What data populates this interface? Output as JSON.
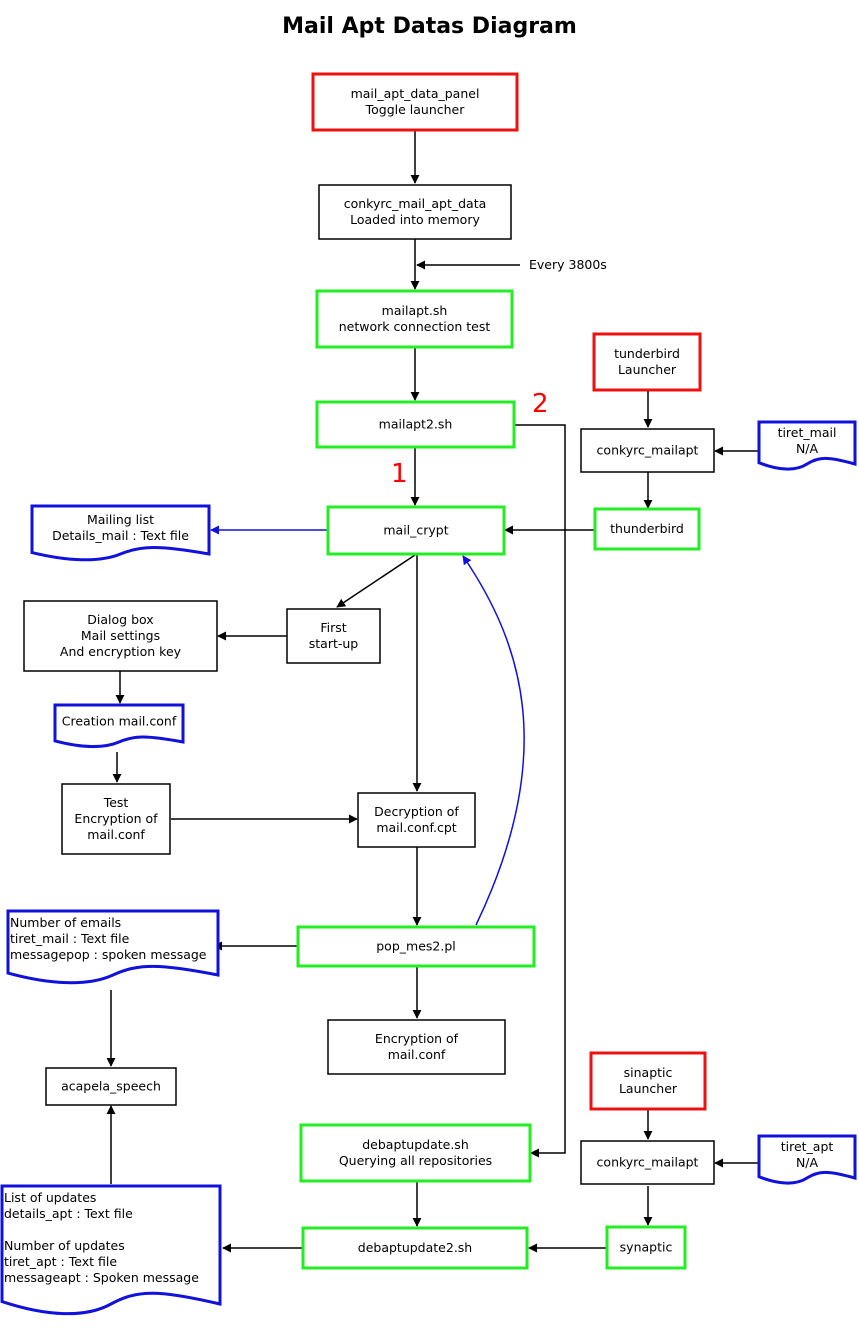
{
  "title": "Mail Apt Datas Diagram",
  "colors": {
    "red": "#ee1111",
    "green": "#22ee22",
    "blue": "#1111dd",
    "black": "#000000",
    "marker": "#ff0000"
  },
  "nodes": {
    "panel": [
      "mail_apt_data_panel",
      "Toggle launcher"
    ],
    "conkyrc_data": [
      "conkyrc_mail_apt_data",
      "Loaded into memory"
    ],
    "mailapt": [
      "mailapt.sh",
      "network connection test"
    ],
    "mailapt2": [
      "mailapt2.sh"
    ],
    "mail_crypt": [
      "mail_crypt"
    ],
    "mailing_list": [
      "Mailing list",
      "Details_mail : Text file"
    ],
    "first_startup": [
      "First",
      "start-up"
    ],
    "dialog": [
      "Dialog box",
      "Mail settings",
      "And encryption key"
    ],
    "creation": [
      "Creation mail.conf"
    ],
    "test_enc": [
      "Test",
      "Encryption of",
      "mail.conf"
    ],
    "decryption": [
      "Decryption of",
      "mail.conf.cpt"
    ],
    "pop": [
      "pop_mes2.pl"
    ],
    "num_emails": [
      "Number of emails",
      "tiret_mail : Text file",
      "messagepop : spoken message"
    ],
    "acapela": [
      "acapela_speech"
    ],
    "enc_mailconf": [
      "Encryption of",
      "mail.conf"
    ],
    "debapt": [
      "debaptupdate.sh",
      "Querying all repositories"
    ],
    "debapt2": [
      "debaptupdate2.sh"
    ],
    "updates": [
      "List of updates",
      "details_apt : Text file",
      "",
      "Number of updates",
      "tiret_apt : Text file",
      "messageapt : Spoken message"
    ],
    "tunderbird": [
      "tunderbird",
      "Launcher"
    ],
    "conky_mail": [
      "conkyrc_mailapt"
    ],
    "tiret_mail": [
      "tiret_mail",
      "N/A"
    ],
    "thunderbird": [
      "thunderbird"
    ],
    "sinaptic": [
      "sinaptic",
      "Launcher"
    ],
    "conky_apt": [
      "conkyrc_mailapt"
    ],
    "tiret_apt": [
      "tiret_apt",
      "N/A"
    ],
    "synaptic": [
      "synaptic"
    ]
  },
  "labels": {
    "every": "Every 3800s",
    "marker1": "1",
    "marker2": "2"
  }
}
